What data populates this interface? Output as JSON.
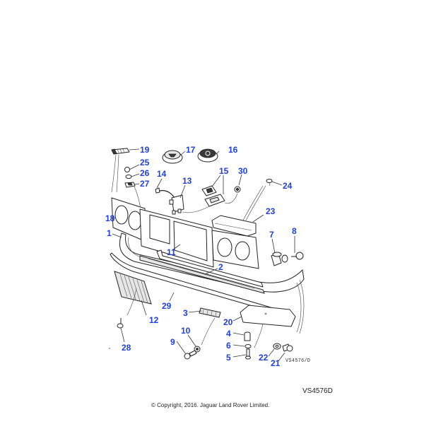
{
  "diagram": {
    "reference_code": "VS4576D",
    "drawing_code": "VS4576/D",
    "copyright": "© Copyright, 2016. Jaguar Land Rover Limited.",
    "callout_color": "#1f3fe0",
    "callouts": [
      {
        "id": "1",
        "label": "1",
        "part": "bumper-cover"
      },
      {
        "id": "2",
        "label": "2",
        "part": "grille-strip"
      },
      {
        "id": "3",
        "label": "3",
        "part": "reflector"
      },
      {
        "id": "4",
        "label": "4",
        "part": "spacer"
      },
      {
        "id": "5",
        "label": "5",
        "part": "bolt"
      },
      {
        "id": "6",
        "label": "6",
        "part": "washer"
      },
      {
        "id": "7",
        "label": "7",
        "part": "lamp"
      },
      {
        "id": "8",
        "label": "8",
        "part": "screw"
      },
      {
        "id": "9",
        "label": "9",
        "part": "screw"
      },
      {
        "id": "10",
        "label": "10",
        "part": "washer"
      },
      {
        "id": "11",
        "label": "11",
        "part": "radiator-grille"
      },
      {
        "id": "12",
        "label": "12",
        "part": "grille-insert"
      },
      {
        "id": "13",
        "label": "13",
        "part": "bracket"
      },
      {
        "id": "14",
        "label": "14",
        "part": "clip"
      },
      {
        "id": "15",
        "label": "15",
        "part": "badge-mount"
      },
      {
        "id": "16",
        "label": "16",
        "part": "badge"
      },
      {
        "id": "17",
        "label": "17",
        "part": "badge"
      },
      {
        "id": "18",
        "label": "18",
        "part": "headlamp-surround"
      },
      {
        "id": "19",
        "label": "19",
        "part": "bracket"
      },
      {
        "id": "20",
        "label": "20",
        "part": "undertray"
      },
      {
        "id": "21",
        "label": "21",
        "part": "bolt"
      },
      {
        "id": "22",
        "label": "22",
        "part": "washer"
      },
      {
        "id": "23",
        "label": "23",
        "part": "panel"
      },
      {
        "id": "24",
        "label": "24",
        "part": "fastener"
      },
      {
        "id": "25",
        "label": "25",
        "part": "screw"
      },
      {
        "id": "26",
        "label": "26",
        "part": "washer"
      },
      {
        "id": "27",
        "label": "27",
        "part": "clip"
      },
      {
        "id": "28",
        "label": "28",
        "part": "screw"
      },
      {
        "id": "29",
        "label": "29",
        "part": "trim-strip"
      },
      {
        "id": "30",
        "label": "30",
        "part": "nut"
      }
    ]
  }
}
